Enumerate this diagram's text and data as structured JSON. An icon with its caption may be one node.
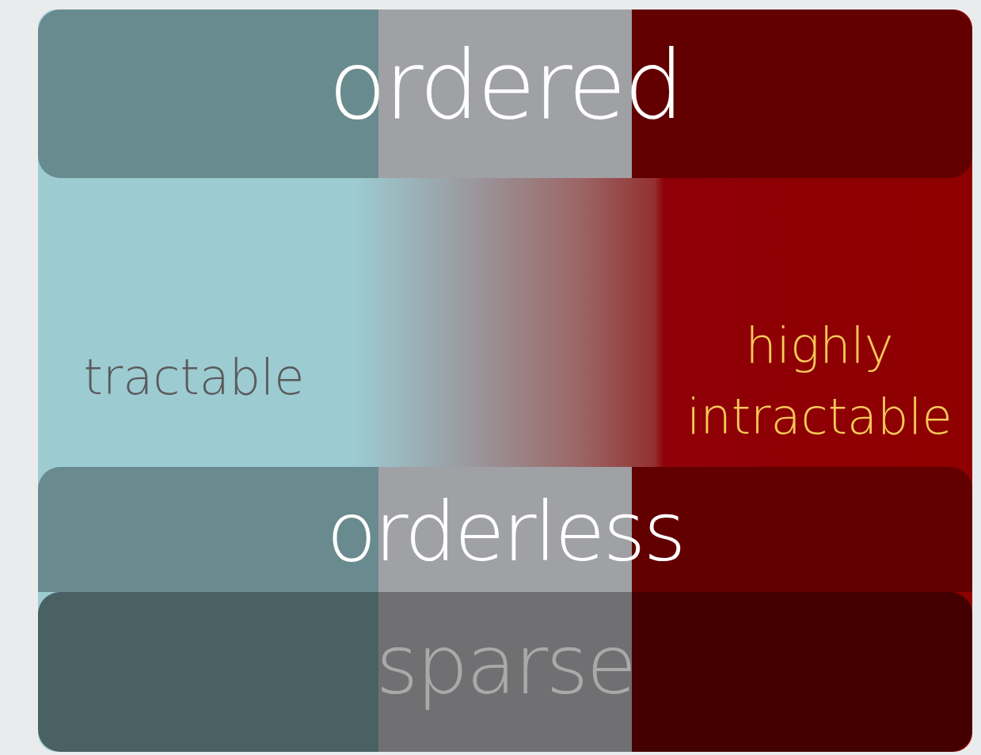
{
  "diagram": {
    "nodes": [
      {
        "text": [
          "ordered"
        ]
      },
      {
        "text": [
          "orderless"
        ]
      },
      {
        "text": [
          "sparse"
        ]
      }
    ],
    "labels": [
      "tractable",
      "highly intractable"
    ]
  }
}
